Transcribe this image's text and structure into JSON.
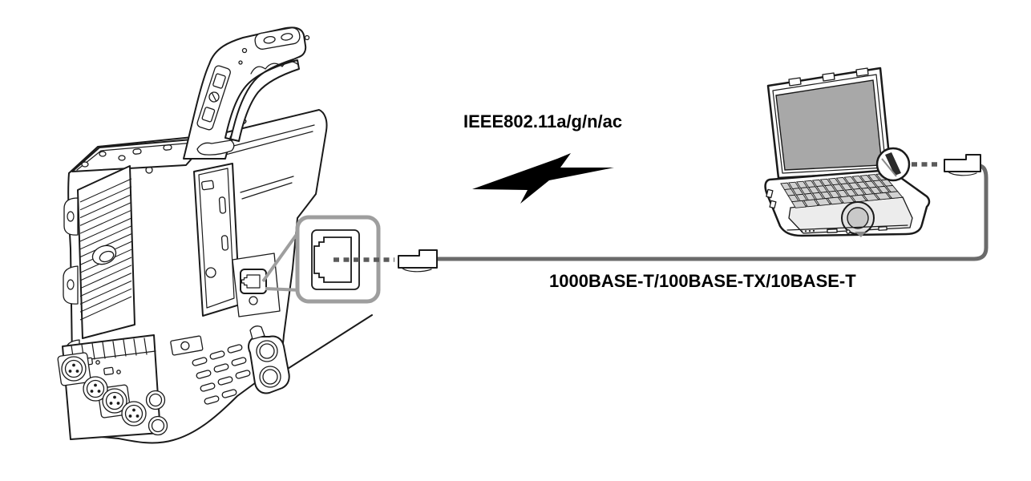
{
  "figure": {
    "type": "connection-diagram",
    "background_color": "#ffffff",
    "devices": {
      "left_device": "camcorder",
      "right_device": "laptop-computer"
    },
    "connections": {
      "wireless": {
        "label": "IEEE802.11a/g/n/ac",
        "icon": "lightning-bolt-icon"
      },
      "wired": {
        "label": "1000BASE-T/100BASE-TX/10BASE-T",
        "icon": "ethernet-cable-with-rj45-plugs"
      }
    },
    "callouts": {
      "camera_lan_terminal": "rj45-jack-magnified",
      "computer_lan_port": "circle-highlight"
    },
    "colors": {
      "line_art": "#1a1a1a",
      "cable": "#6b6b6b",
      "dashes": "#5a5a5a",
      "callout": "#9e9e9e",
      "laptop_screen": "#a8a8a8"
    }
  }
}
